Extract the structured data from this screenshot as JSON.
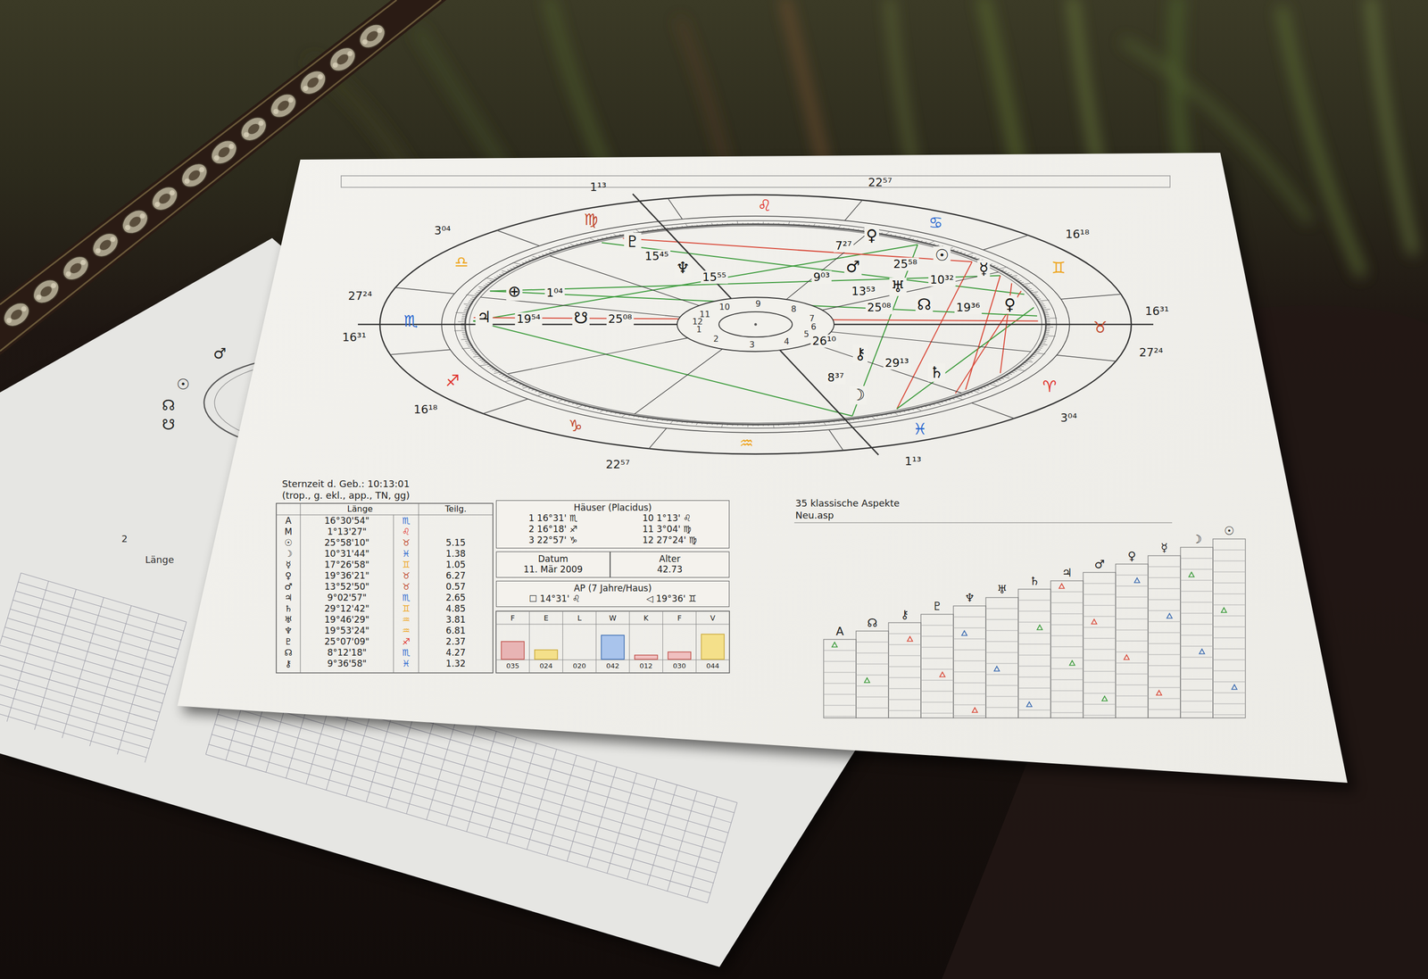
{
  "diagram": {
    "nodes": [
      {
        "text": [
          "Häuser (Placidus)",
          "1 16°31' ♏",
          "10 1°13' ♌",
          "2 16°18' ♐",
          "11 3°04' ♍",
          "3 22°57' ♑",
          "12 27°24' ♍"
        ]
      },
      {
        "text": [
          "Datum",
          "11. Mär 2009"
        ]
      },
      {
        "text": [
          "Alter",
          "42.73"
        ]
      },
      {
        "text": [
          "AP (7 Jahre/Haus)",
          "☐ 14°31' ♌",
          "◁ 19°36' ♊"
        ]
      }
    ],
    "labels": [
      "♈",
      "♉",
      "♊",
      "♋",
      "♌",
      "♍",
      "♎",
      "♏",
      "♐",
      "♑",
      "♒",
      "♓",
      "16³¹",
      "16¹⁸",
      "22⁵⁷",
      "1¹³",
      "3⁰⁴",
      "27²⁴",
      "16³¹",
      "16¹⁸",
      "22⁵⁷",
      "1¹³",
      "3⁰⁴",
      "27²⁴",
      "1",
      "2",
      "3",
      "4",
      "5",
      "6",
      "7",
      "8",
      "9",
      "10",
      "11",
      "12",
      "♇",
      "15⁴⁵",
      "♆",
      "15⁵⁵",
      "⊕",
      "1⁰⁴",
      "♃",
      "19⁵⁴",
      "☋",
      "25⁰⁸",
      "♀",
      "7²⁷",
      "♂",
      "9⁰³",
      "☉",
      "25⁵⁸",
      "☿",
      "10³²",
      "♅",
      "13⁵³",
      "☊",
      "25⁰⁸",
      "♀",
      "19³⁶",
      "26¹⁰",
      "⚷",
      "29¹³",
      "♄",
      "8³⁷",
      "☽",
      "Sternzeit d. Geb.: 10:13:01",
      "(trop., g. ekl., app., TN, gg)",
      "Länge",
      "Teilg.",
      "A",
      "16°30'54\"",
      "♏",
      "M",
      "1°13'27\"",
      "♌",
      "☉",
      "25°58'10\"",
      "♉",
      "☽",
      "10°31'44\"",
      "♓",
      "☿",
      "17°26'58\"",
      "♊",
      "♀",
      "19°36'21\"",
      "♉",
      "♂",
      "13°52'50\"",
      "♉",
      "♃",
      "9°02'57\"",
      "♏",
      "♄",
      "29°12'42\"",
      "♊",
      "♅",
      "19°46'29\"",
      "♒",
      "♆",
      "19°53'24\"",
      "♒",
      "♇",
      "25°07'09\"",
      "♐",
      "☊",
      "8°12'18\"",
      "♏",
      "⚷",
      "9°36'58\"",
      "♓",
      "5.15",
      "1.38",
      "1.05",
      "6.27",
      "0.57",
      "2.65",
      "4.85",
      "3.81",
      "6.81",
      "2.37",
      "4.27",
      "1.32",
      "35 klassische Aspekte",
      "Neu.asp",
      "☉",
      "☽",
      "☿",
      "♀",
      "♂",
      "♃",
      "♄",
      "♅",
      "♆",
      "♇",
      "⚷",
      "☊",
      "A",
      "F",
      "E",
      "L",
      "W",
      "K",
      "F",
      "V",
      "035",
      "024",
      "020",
      "042",
      "012",
      "030",
      "044",
      "♂",
      "☉",
      "☊",
      "☋",
      "2",
      "Länge"
    ]
  }
}
